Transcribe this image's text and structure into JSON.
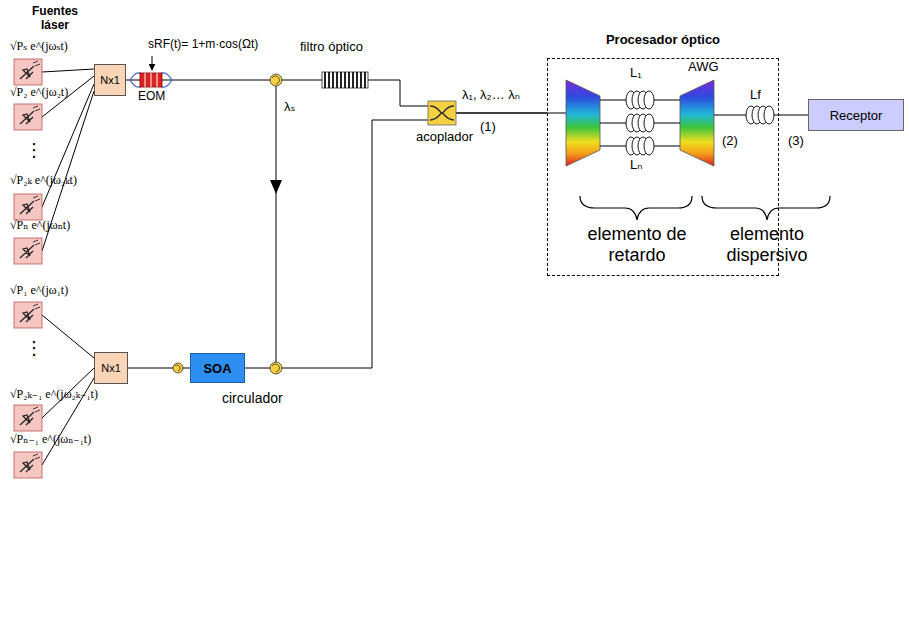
{
  "diagram": {
    "nodes": [
      {
        "text": [
          "Nx1"
        ]
      },
      {
        "text": [
          "Nx1"
        ]
      },
      {
        "text": [
          "SOA"
        ]
      },
      {
        "text": [
          "Procesador óptico"
        ]
      },
      {
        "text": [
          "Receptor"
        ]
      }
    ],
    "edges": [
      {
        "from": 0,
        "to": 3,
        "arrow": "none"
      },
      {
        "from": 1,
        "to": 2,
        "arrow": "none"
      },
      {
        "from": 2,
        "to": 3,
        "arrow": "none"
      },
      {
        "from": 3,
        "to": 4,
        "arrow": "none"
      }
    ],
    "labels": [
      "Fuentes láser",
      "√Pₛ e^(jωₛt)",
      "√P₂ e^(jω₂t)",
      "⋮",
      "√P₂ₖ e^(jω₂ₖt)",
      "√Pₙ e^(jωₙt)",
      "sRF(t)= 1+m·cos(Ωt)",
      "EOM",
      "filtro óptico",
      "λₛ",
      "acoplador",
      "λ₁, λ₂… λₙ",
      "(1)",
      "L₁",
      "AWG",
      "Lₙ",
      "Lf",
      "(2)",
      "(3)",
      "elemento de retardo",
      "elemento dispersivo",
      "√P₁ e^(jω₁t)",
      "⋮",
      "√P₂ₖ₋₁ e^(jω₂ₖ₋₁t)",
      "√Pₙ₋₁ e^(jωₙ₋₁t)",
      "circulador"
    ]
  }
}
